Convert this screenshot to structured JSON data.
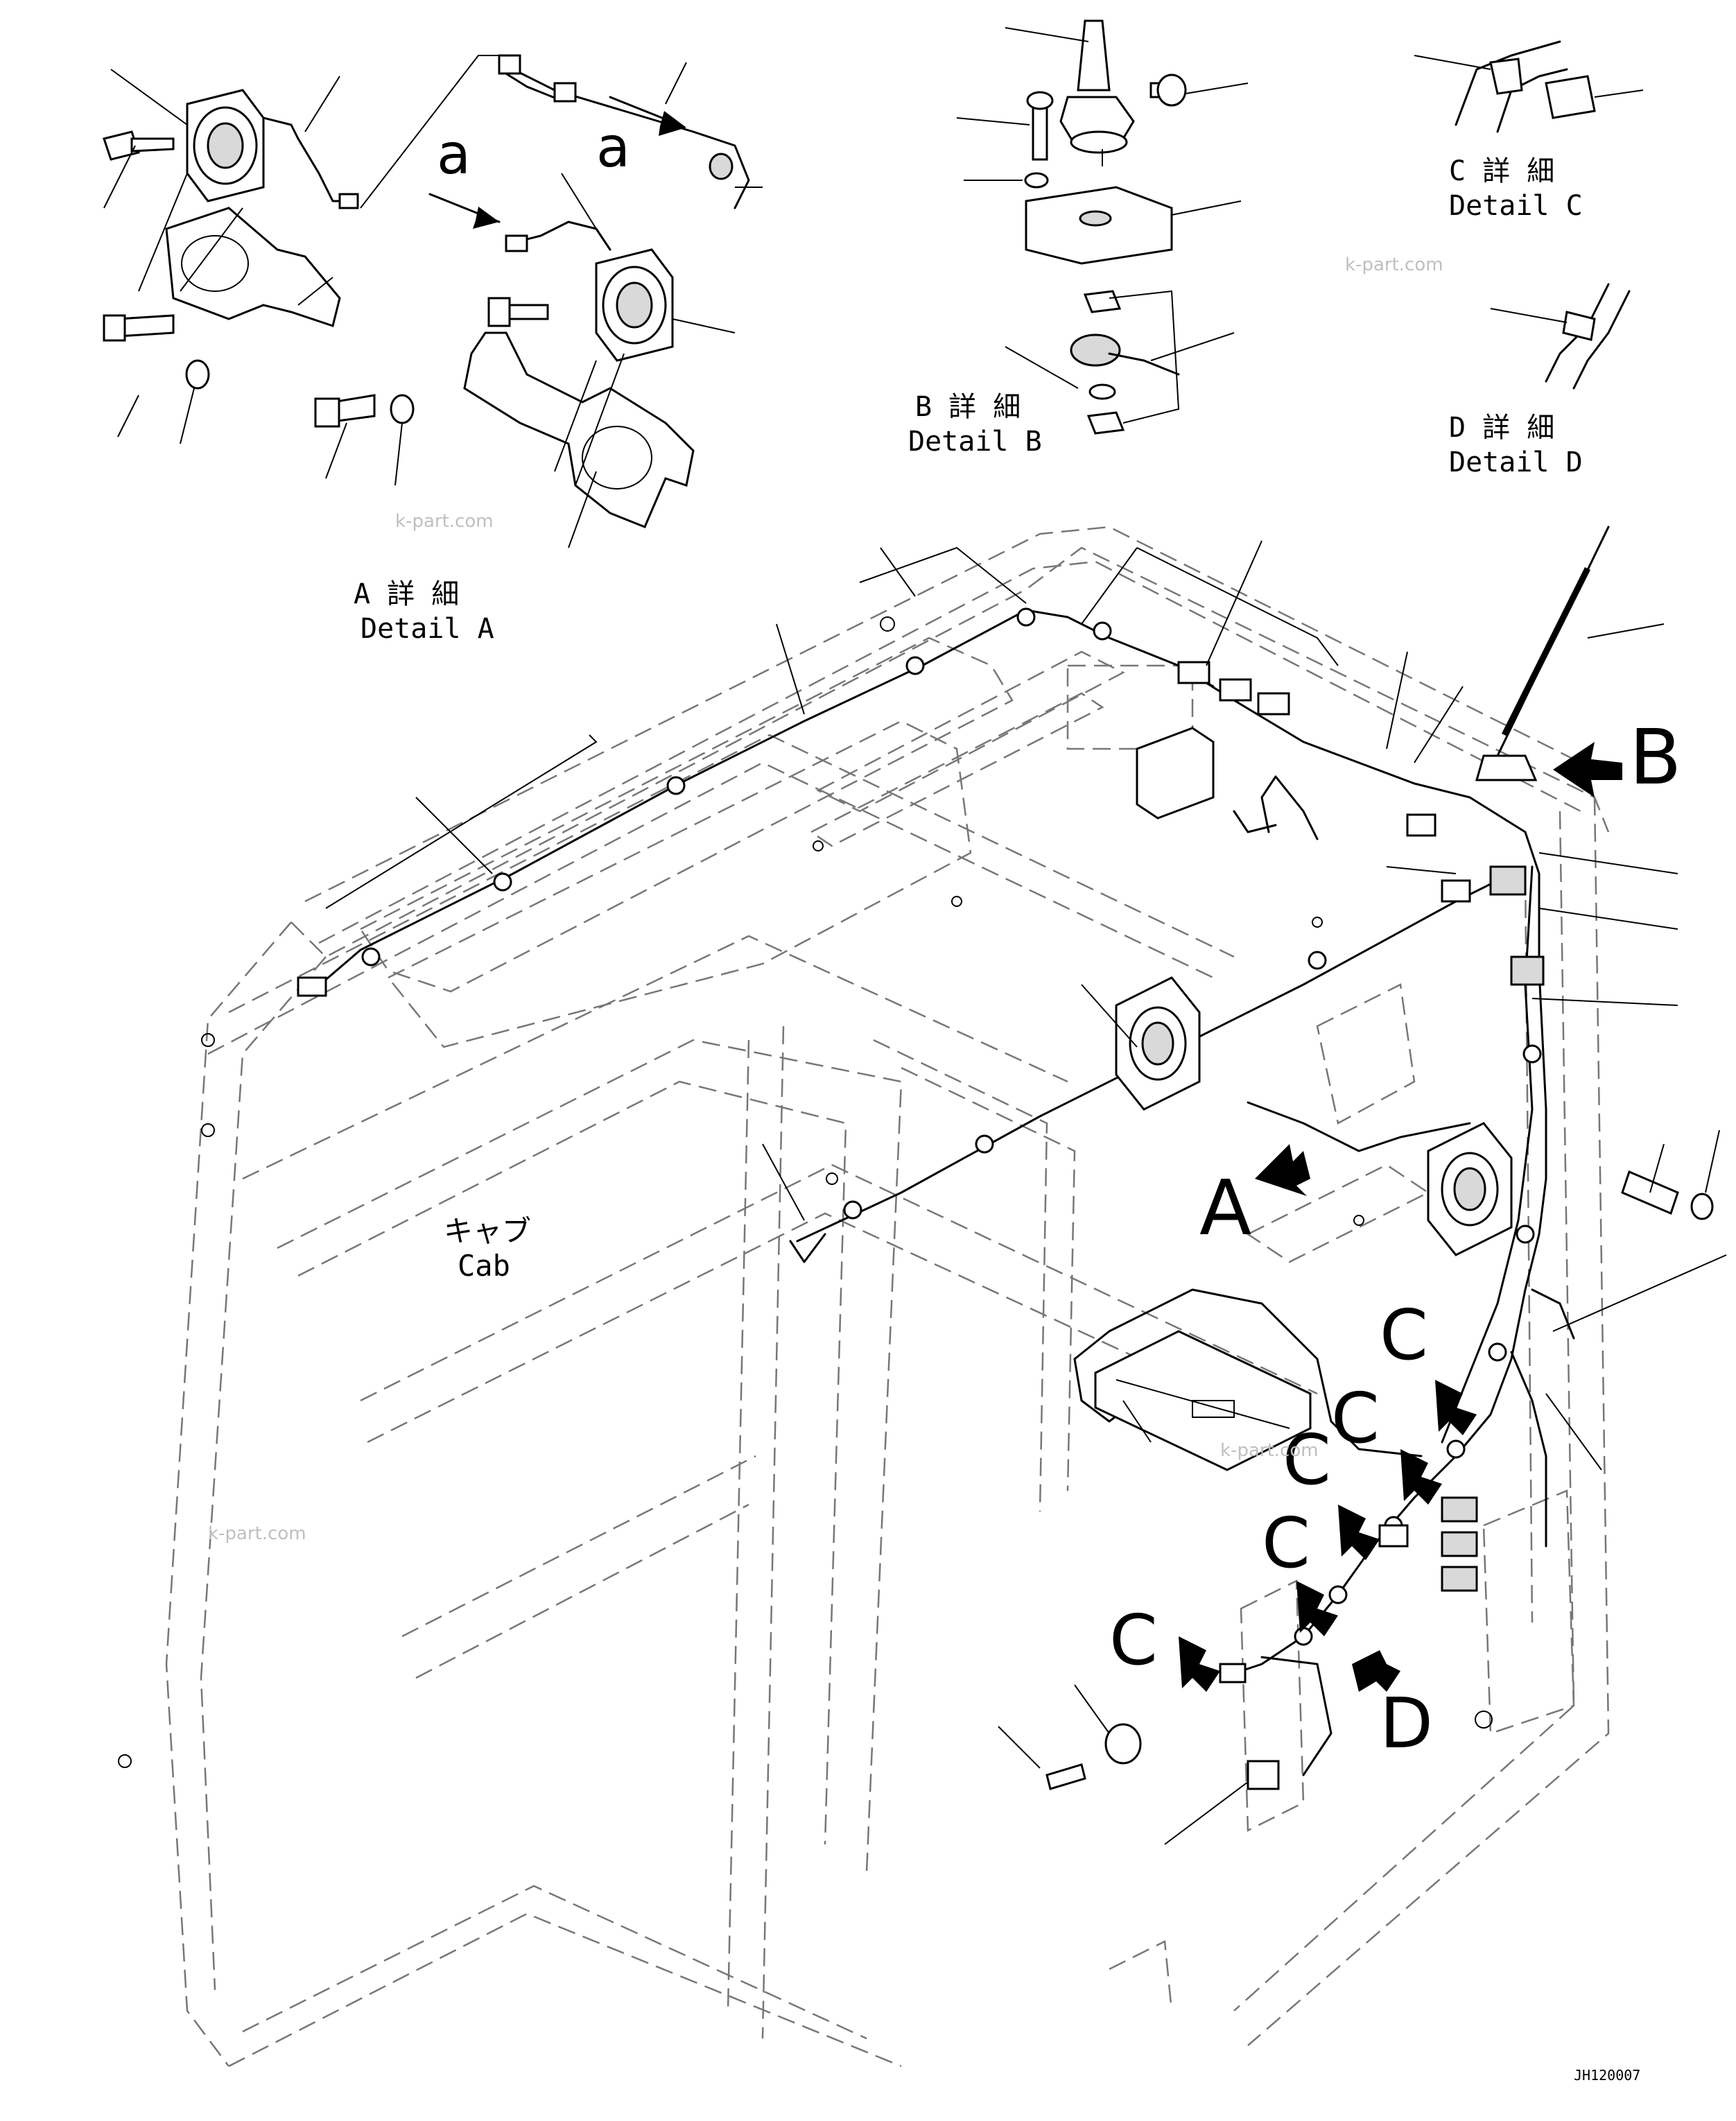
{
  "diagram": {
    "cab_label_jp": "キャブ",
    "cab_label_en": "Cab",
    "detail_a": {
      "jp": "A 詳 細",
      "en": "Detail A"
    },
    "detail_b": {
      "jp": "B 詳 細",
      "en": "Detail B"
    },
    "detail_c": {
      "jp": "C 詳 細",
      "en": "Detail C"
    },
    "detail_d": {
      "jp": "D 詳 細",
      "en": "Detail D"
    },
    "view_arrow_a_small": "a",
    "view_arrow_a": "A",
    "view_arrow_b": "B",
    "view_arrow_c": "C",
    "view_arrow_d": "D",
    "watermark": "k-part.com",
    "drawing_code": "JH120007"
  }
}
